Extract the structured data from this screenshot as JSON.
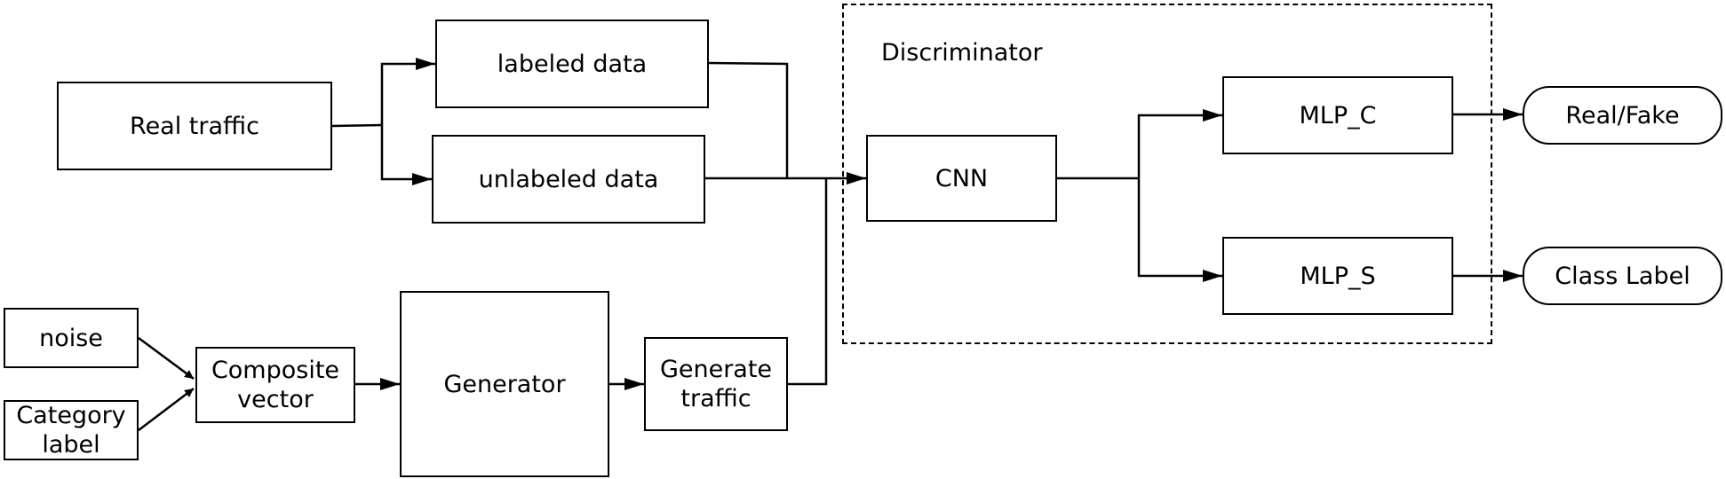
{
  "nodes": {
    "real_traffic": "Real traffic",
    "labeled_data": "labeled data",
    "unlabeled_data": "unlabeled data",
    "noise": "noise",
    "category_label": "Category label",
    "composite_vector": "Composite vector",
    "generator": "Generator",
    "generate_traffic": "Generate traffic",
    "cnn": "CNN",
    "mlp_c": "MLP_C",
    "mlp_s": "MLP_S",
    "real_fake": "Real/Fake",
    "class_label": "Class Label"
  },
  "groups": {
    "discriminator": "Discriminator"
  },
  "colors": {
    "stroke": "#000000",
    "background": "#ffffff"
  }
}
